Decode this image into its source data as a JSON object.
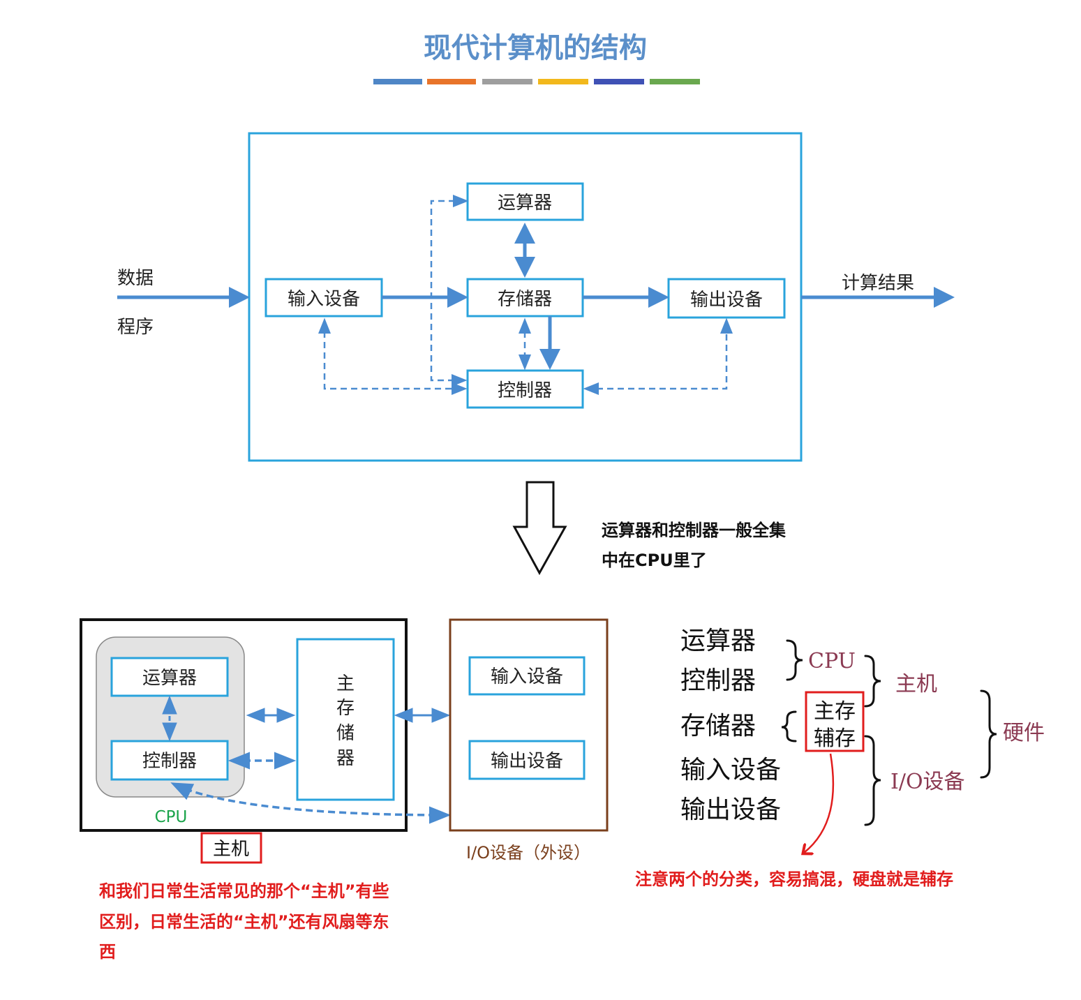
{
  "title": "现代计算机的结构",
  "title_bar_colors": [
    "#4f86c6",
    "#e8742a",
    "#9e9e9e",
    "#f2b81c",
    "#3f51b5",
    "#6aa84f"
  ],
  "colors": {
    "title": "#5b8fc9",
    "box_border": "#29a3dc",
    "arrow": "#4a8bd0",
    "red": "#e11d1d",
    "maroon": "#8b3a52",
    "brown": "#7a3f1c",
    "cpu_green": "#1aa34a"
  },
  "top": {
    "input_label_1": "数据",
    "input_label_2": "程序",
    "alu": "运算器",
    "memory": "存储器",
    "controller": "控制器",
    "input_device": "输入设备",
    "output_device": "输出设备",
    "result": "计算结果"
  },
  "note_mid": {
    "line1": "运算器和控制器一般全集",
    "line2": "中在CPU里了"
  },
  "bottom": {
    "alu": "运算器",
    "controller": "控制器",
    "cpu": "CPU",
    "main_memory": [
      "主",
      "存",
      "储",
      "器"
    ],
    "host": "主机",
    "input_device": "输入设备",
    "output_device": "输出设备",
    "io_label": "I/O设备（外设）",
    "note_line1": "和我们日常生活常见的那个“主机”有些",
    "note_line2": "区别，日常生活的“主机”还有风扇等东",
    "note_line3": "西"
  },
  "classification": {
    "items": [
      "运算器",
      "控制器",
      "存储器",
      "输入设备",
      "输出设备"
    ],
    "cpu": "CPU",
    "main_storage": "主存",
    "aux_storage": "辅存",
    "host": "主机",
    "io": "I/O设备",
    "hardware": "硬件",
    "note": "注意两个的分类，容易搞混，硬盘就是辅存"
  }
}
